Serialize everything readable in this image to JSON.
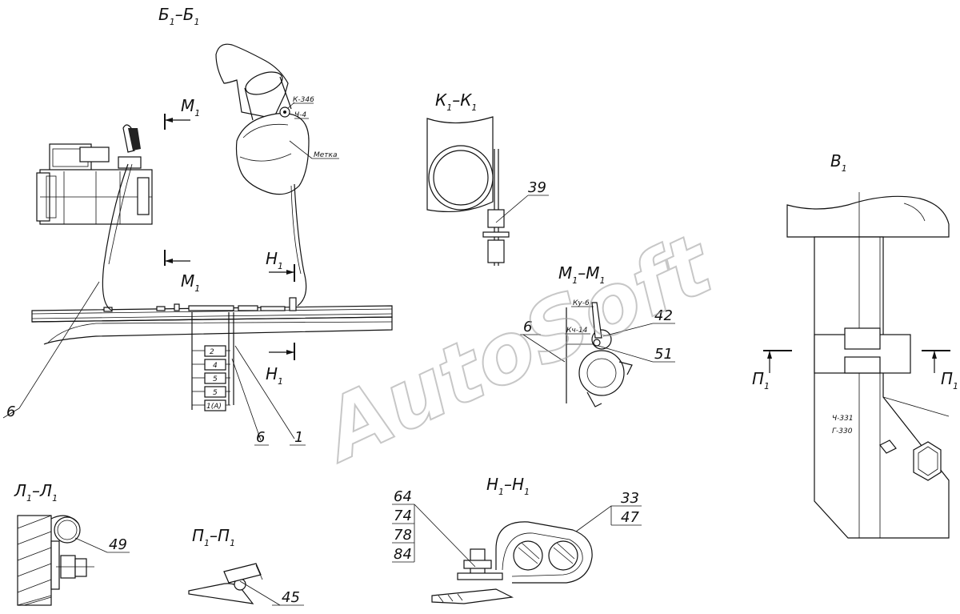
{
  "views": {
    "b1": {
      "title": "Б",
      "sub": "1",
      "sep": "–"
    },
    "k1": {
      "title": "К",
      "sub": "1"
    },
    "v1": {
      "title": "В",
      "sub": "1"
    },
    "m1m1": {
      "title": "М",
      "sub": "1"
    },
    "l1": {
      "title": "Л",
      "sub": "1"
    },
    "p1": {
      "title": "П",
      "sub": "1"
    },
    "n1": {
      "title": "Н",
      "sub": "1"
    }
  },
  "section_marks": {
    "m1_top": {
      "letter": "М",
      "sub": "1"
    },
    "m1_bottom": {
      "letter": "М",
      "sub": "1"
    },
    "n1_top": {
      "letter": "Н",
      "sub": "1"
    },
    "n1_bottom": {
      "letter": "Н",
      "sub": "1"
    },
    "p1_left": {
      "letter": "П",
      "sub": "1"
    },
    "p1_right": {
      "letter": "П",
      "sub": "1"
    }
  },
  "callouts": {
    "c39": "39",
    "c42": "42",
    "c51": "51",
    "c6a": "6",
    "c6b": "6",
    "c6c": "6",
    "c1": "1",
    "c49": "49",
    "c45": "45",
    "c33": "33",
    "c47": "47",
    "c64": "64",
    "c74": "74",
    "c78": "78",
    "c84": "84"
  },
  "wire_labels": {
    "k346": "К-346",
    "ch4": "Ч-4",
    "metka": "Метка",
    "ku6": "Ку-6",
    "kch14": "Кч-14",
    "ch331": "Ч-331",
    "g330": "Г-330"
  },
  "connector_block": [
    "2",
    "4",
    "5",
    "5",
    "1(А)"
  ],
  "watermark": "AutoSoft"
}
